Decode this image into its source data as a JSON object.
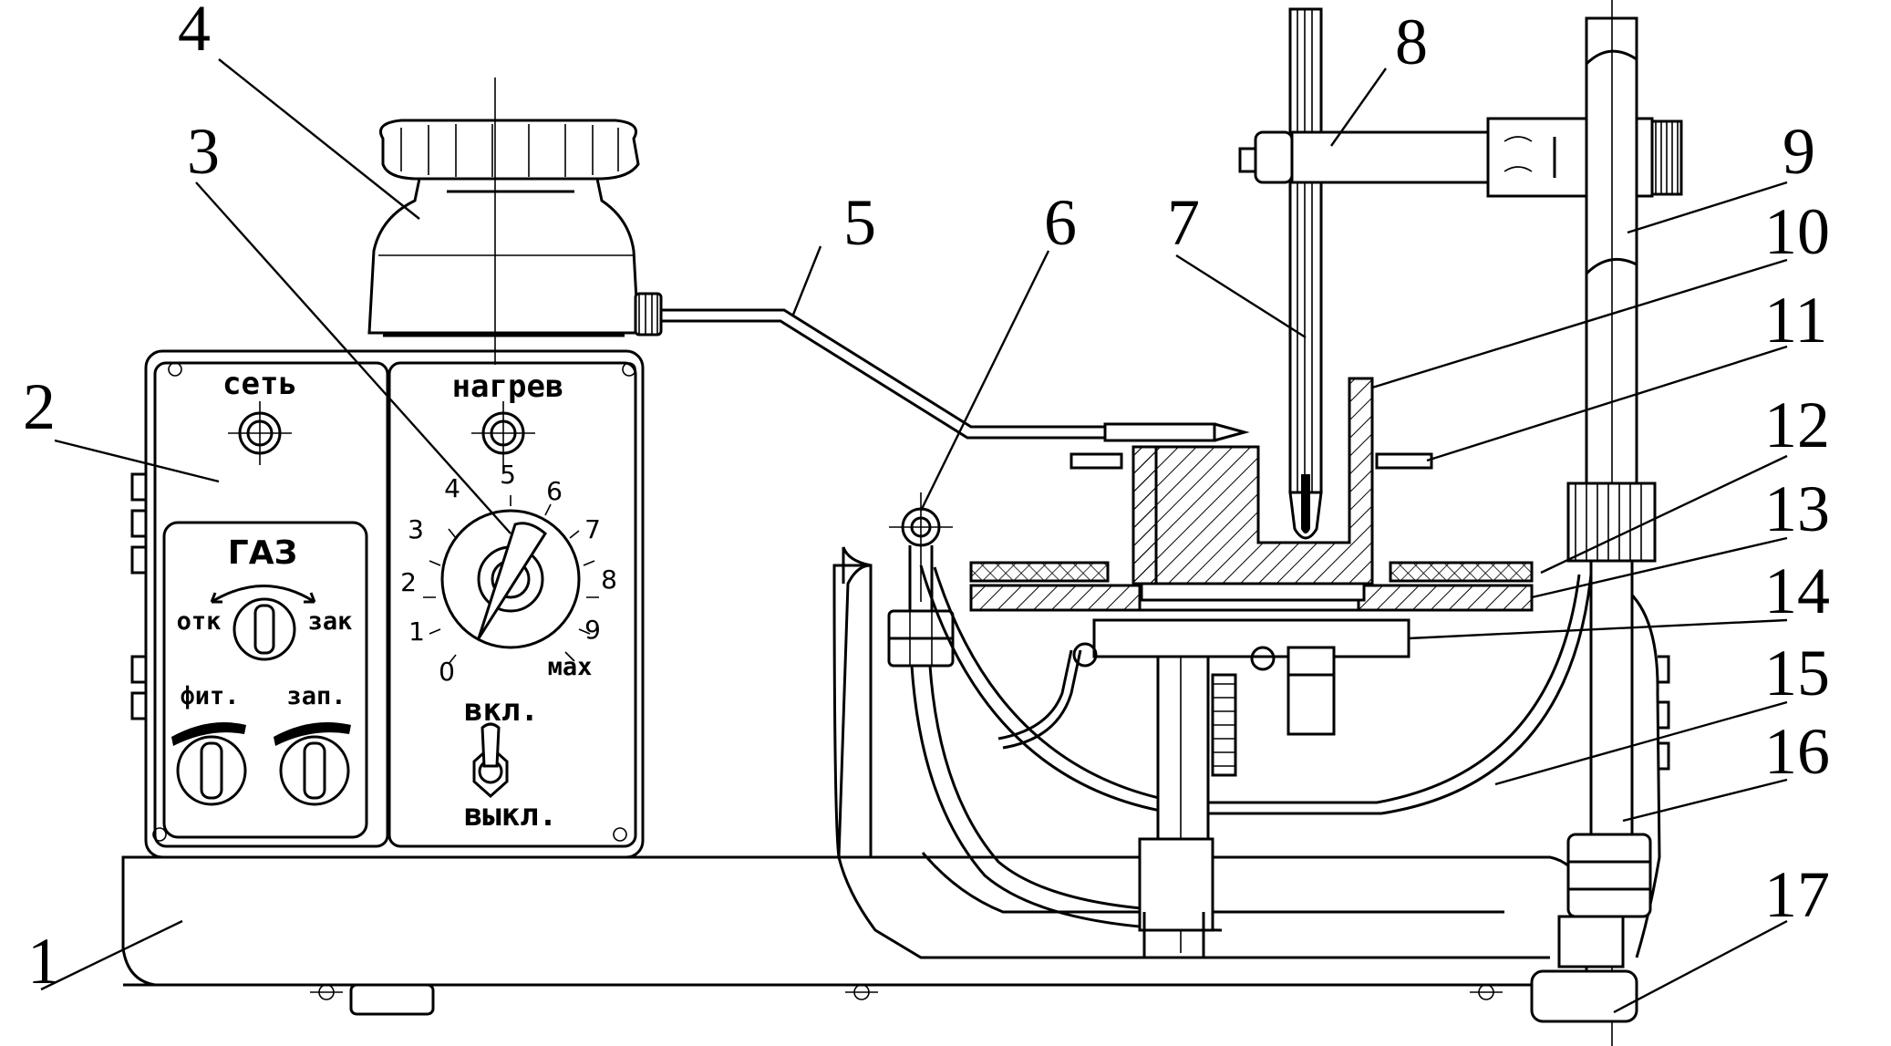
{
  "figure": {
    "callouts": [
      "1",
      "2",
      "3",
      "4",
      "5",
      "6",
      "7",
      "8",
      "9",
      "10",
      "11",
      "12",
      "13",
      "14",
      "15",
      "16",
      "17"
    ]
  },
  "control_panel": {
    "power_label": "сеть",
    "heating_label": "нагрев",
    "gas_label": "ГАЗ",
    "gas_open_label": "отк",
    "gas_close_label": "зак",
    "wick_label": "фит.",
    "ignition_label": "зап.",
    "switch_on_label": "вкл.",
    "switch_off_label": "выкл.",
    "dial_marks": [
      "0",
      "1",
      "2",
      "3",
      "4",
      "5",
      "6",
      "7",
      "8",
      "9"
    ],
    "dial_max_label": "мах"
  }
}
